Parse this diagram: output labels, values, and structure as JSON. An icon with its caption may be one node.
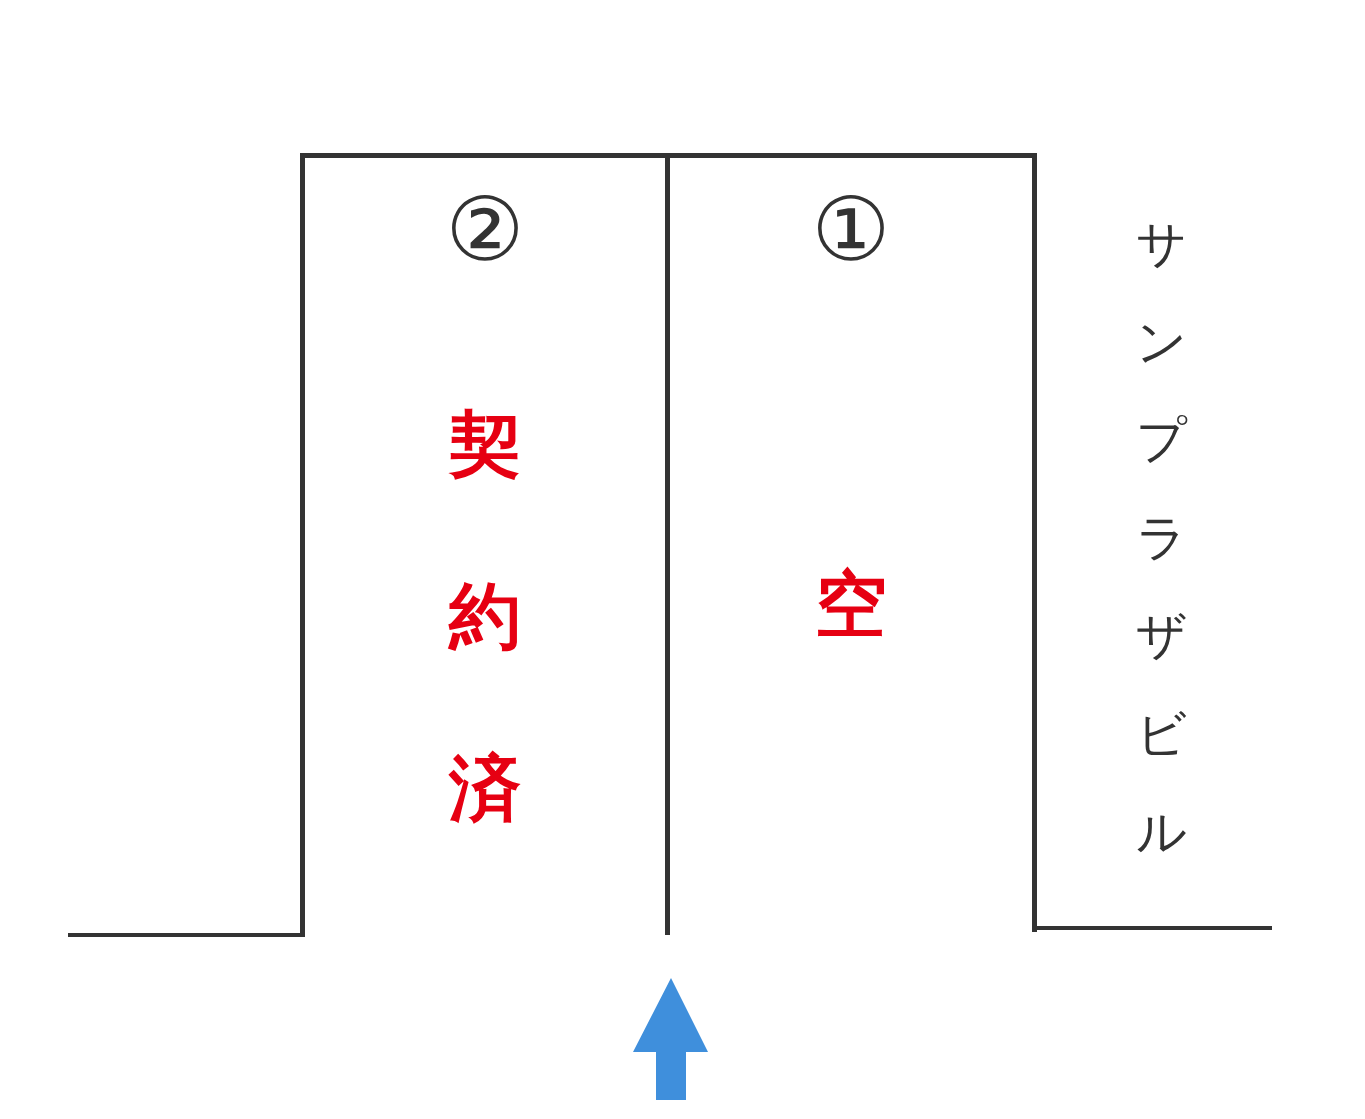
{
  "diagram": {
    "nodes": [
      {
        "text": [
          "②",
          "契約済"
        ]
      },
      {
        "text": [
          "①",
          "空"
        ]
      }
    ],
    "labels": [
      "サンプラザビル"
    ]
  }
}
